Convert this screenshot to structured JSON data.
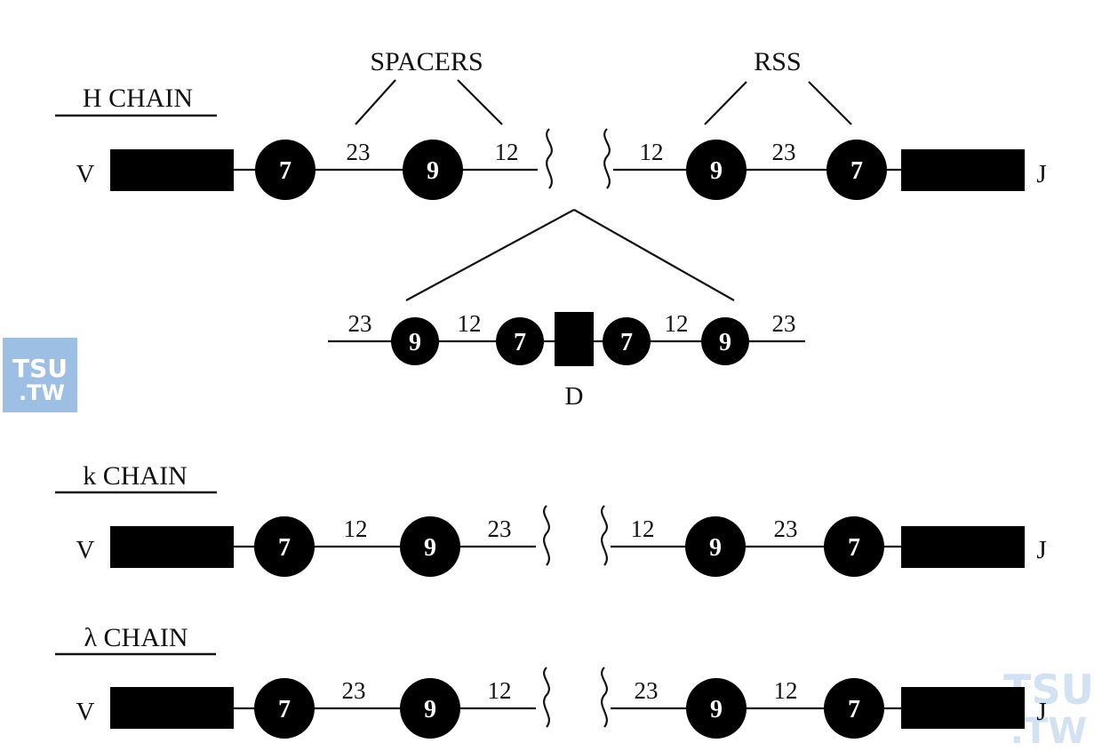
{
  "labels": {
    "spacers": "SPACERS",
    "rss": "RSS",
    "d_segment": "D",
    "v": "V",
    "j": "J"
  },
  "h_chain": {
    "title": "H CHAIN",
    "left": {
      "c1": "7",
      "s1": "23",
      "c2": "9",
      "s2": "12"
    },
    "right": {
      "s1": "12",
      "c1": "9",
      "s2": "23",
      "c2": "7"
    },
    "d_insert": {
      "s_out_left": "23",
      "c1": "9",
      "s1": "12",
      "c2": "7",
      "c3": "7",
      "s2": "12",
      "c4": "9",
      "s_out_right": "23"
    }
  },
  "k_chain": {
    "title": "k CHAIN",
    "left": {
      "c1": "7",
      "s1": "12",
      "c2": "9",
      "s2": "23"
    },
    "right": {
      "s1": "12",
      "c1": "9",
      "s2": "23",
      "c2": "7"
    }
  },
  "lambda_chain": {
    "title": "λ CHAIN",
    "left": {
      "c1": "7",
      "s1": "23",
      "c2": "9",
      "s2": "12"
    },
    "right": {
      "s1": "23",
      "c1": "9",
      "s2": "12",
      "c2": "7"
    }
  },
  "watermark": {
    "line1": "TSU",
    "line2": ".TW"
  },
  "colors": {
    "ink": "#000000",
    "watermark": "#9dbfe3",
    "watermark_text": "#ffffff"
  }
}
